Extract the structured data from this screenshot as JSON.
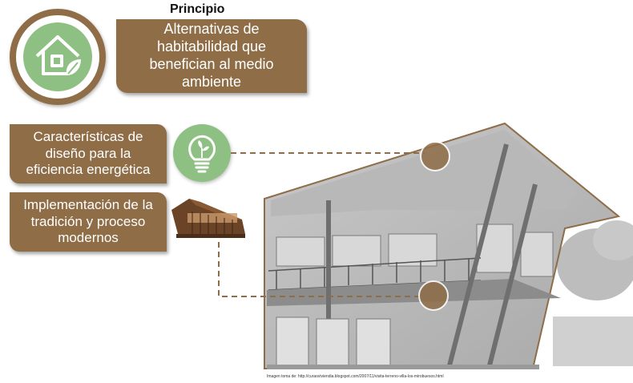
{
  "principle": {
    "title": "Principio",
    "text": "Alternativas de habitabilidad que benefician al medio ambiente"
  },
  "features": [
    {
      "text": "Características de diseño para la eficiencia energética"
    },
    {
      "text": "Implementación de la tradición y proceso modernos"
    }
  ],
  "icons": {
    "principle_icon": "house-leaf-icon",
    "feature1_icon": "lightbulb-leaf-icon",
    "feature2_icon": "modern-house-icon"
  },
  "image_credit": "Imagen toma de: http://curaoviviendia.blogspot.com/2007/11/visita-terreno-villa-los-mirobuesos.html",
  "colors": {
    "accent_brown": "#8e6d47",
    "green": "#8fc083",
    "dash_line": "#8e6d47"
  }
}
